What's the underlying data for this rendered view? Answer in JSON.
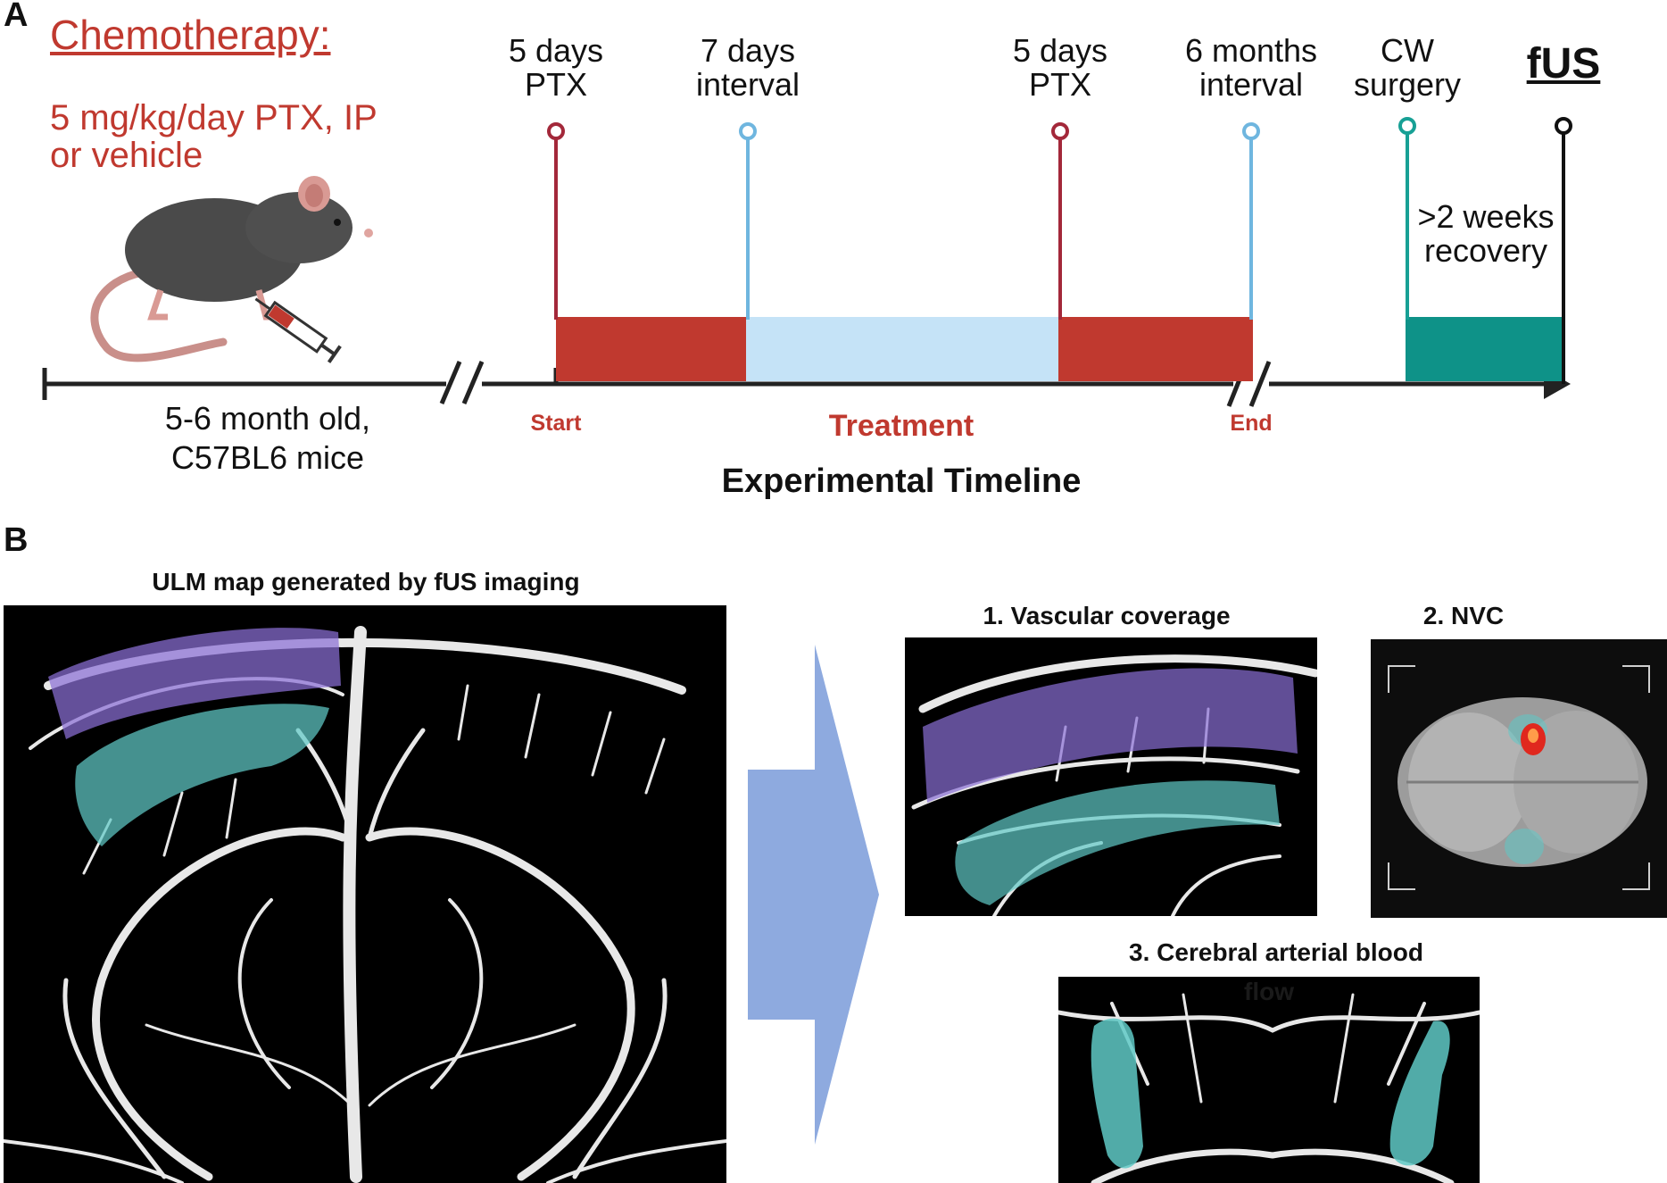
{
  "panel_a": {
    "letter": "A",
    "chemo_title": "Chemotherapy:",
    "chemo_dose_line1": "5 mg/kg/day PTX, IP",
    "chemo_dose_line2": "or vehicle",
    "mice_line1": "5-6 month old,",
    "mice_line2": "C57BL6 mice",
    "events": [
      {
        "line1": "5 days",
        "line2": "PTX",
        "color": "#a3283a"
      },
      {
        "line1": "7 days",
        "line2": "interval",
        "color": "#6fb6df"
      },
      {
        "line1": "5 days",
        "line2": "PTX",
        "color": "#a3283a"
      },
      {
        "line1": "6 months",
        "line2": "interval",
        "color": "#6fb6df"
      },
      {
        "line1": "CW",
        "line2": "surgery",
        "color": "#17a095"
      },
      {
        "line1": "fUS",
        "line2": "",
        "color": "#111111"
      }
    ],
    "recovery_line1": ">2 weeks",
    "recovery_line2": "recovery",
    "start_label": "Start",
    "treatment_label": "Treatment",
    "end_label": "End",
    "timeline_title": "Experimental Timeline",
    "colors": {
      "ptx": "#c0392f",
      "interval": "#c5e3f7",
      "recovery": "#0e9288",
      "label_red": "#c0392f"
    }
  },
  "panel_b": {
    "letter": "B",
    "ulm_title": "ULM map generated by fUS imaging",
    "sub1_title": "1. Vascular coverage",
    "sub2_title": "2. NVC",
    "sub3_title_line1": "3. Cerebral arterial blood",
    "sub3_title_line2": "flow",
    "colors": {
      "cortex": "#8a6fd6",
      "hippocampus": "#5fc9c6",
      "arrow": "#8eaadf",
      "activation": "#e0281e"
    }
  }
}
